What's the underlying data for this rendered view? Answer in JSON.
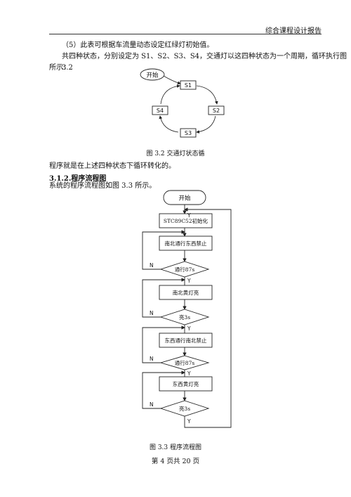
{
  "header": {
    "title": "综合课程设计报告"
  },
  "body": {
    "para1": "（5）此表可根据车流量动态设定红绿灯初始值。",
    "para2_line1": "共四种状态，分别设定为 S1、S2、S3、S4，交通灯以这四种状态为一个周期，循环执行图 3.2",
    "para2_line2": "所示：",
    "para3": "程序就是在上述四种状态下循环转化的。",
    "heading": "3.1.2.程序流程图",
    "para4": "系统的程序流程图如图 3.3 所示。"
  },
  "state_diagram": {
    "start_label": "开始",
    "states": [
      "S1",
      "S2",
      "S3",
      "S4"
    ],
    "caption": "图 3.2  交通灯状态循"
  },
  "flowchart": {
    "start_label": "开始",
    "init_label": "STC89C52初始化",
    "process_1": "南北通行东西禁止",
    "decision_1": "通行87s",
    "process_2": "南北黄灯亮",
    "decision_2": "亮3s",
    "process_3": "东西通行南北禁止",
    "decision_3": "通行87s",
    "process_4": "东西黄灯亮",
    "decision_4": "亮3s",
    "yes_label": "Y",
    "no_label": "N",
    "caption": "图 3.3  程序流程图"
  },
  "footer": {
    "page_text": "第 4 页共 20 页"
  }
}
